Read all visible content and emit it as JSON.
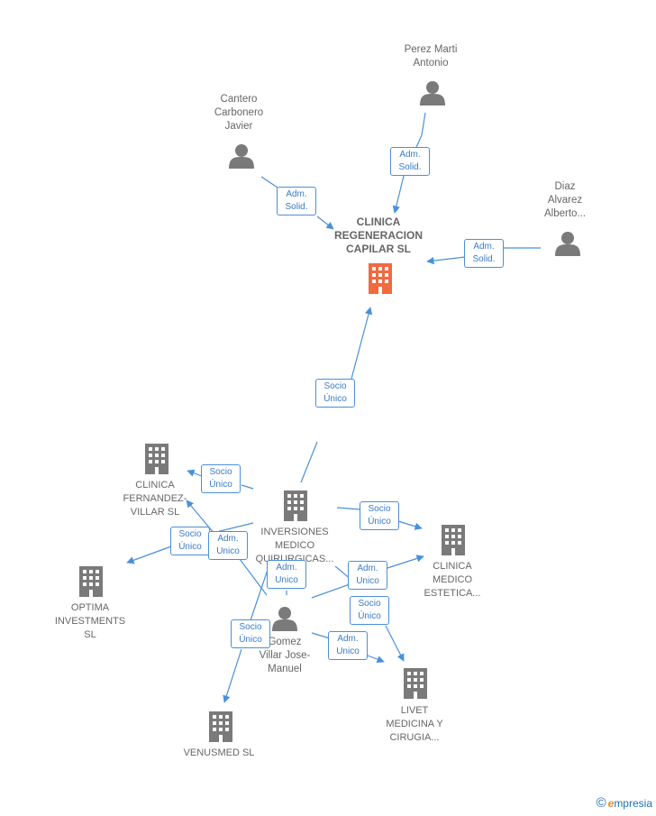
{
  "nodes": {
    "main_company": {
      "label": "CLINICA\nREGENERACION\nCAPILAR  SL",
      "color": "#f26a3d"
    },
    "perez": {
      "label": "Perez Marti\nAntonio"
    },
    "cantero": {
      "label": "Cantero\nCarbonero\nJavier"
    },
    "diaz": {
      "label": "Diaz\nAlvarez\nAlberto..."
    },
    "inversiones": {
      "label": "INVERSIONES\nMEDICO\nQUIRURGICAS..."
    },
    "fernandez": {
      "label": "CLINICA\nFERNANDEZ-\nVILLAR  SL"
    },
    "optima": {
      "label": "OPTIMA\nINVESTMENTS\nSL"
    },
    "estetica": {
      "label": "CLINICA\nMEDICO\nESTETICA..."
    },
    "gomez": {
      "label": "Gomez\nVillar Jose-\nManuel"
    },
    "livet": {
      "label": "LIVET\nMEDICINA Y\nCIRUGIA..."
    },
    "venusmed": {
      "label": "VENUSMED  SL"
    }
  },
  "edges": {
    "perez_main": "Adm.\nSolid.",
    "cantero_main": "Adm.\nSolid.",
    "diaz_main": "Adm.\nSolid.",
    "inversiones_main": "Socio\nÚnico",
    "inversiones_fernandez": "Socio\nÚnico",
    "inversiones_estetica": "Socio\nÚnico",
    "inversiones_optima": "Socio\nÚnico",
    "gomez_fernandez": "Adm.\nUnico",
    "gomez_inversiones": "Adm.\nUnico",
    "gomez_estetica": "Adm.\nUnico",
    "inversiones_livet": "Socio\nÚnico",
    "gomez_livet": "Adm.\nUnico",
    "inversiones_venusmed": "Socio\nÚnico"
  },
  "colors": {
    "edge": "#4a90d9",
    "icon": "#7a7a7a",
    "main_icon": "#f26a3d"
  },
  "icons": {
    "person": "person-icon",
    "building": "building-icon"
  },
  "watermark": {
    "symbol": "©",
    "brand_initial": "e",
    "brand_rest": "mpresia"
  }
}
